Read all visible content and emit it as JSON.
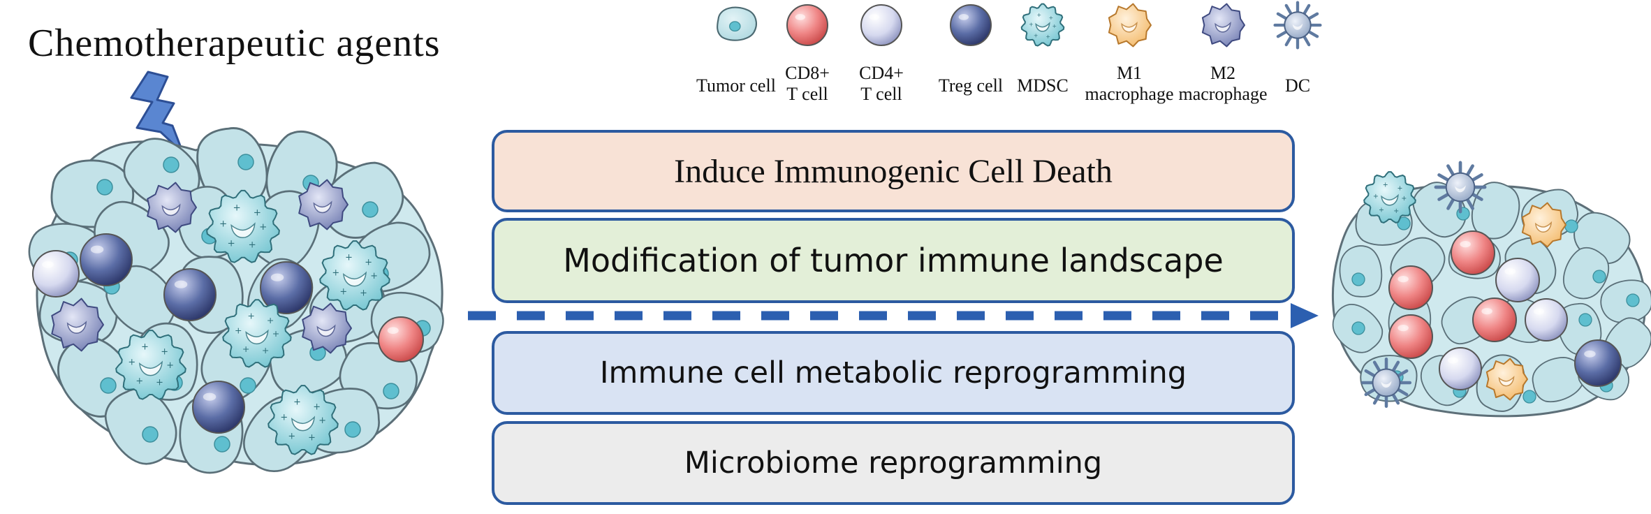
{
  "title": "Chemotherapeutic agents",
  "legend": [
    {
      "name": "Tumor cell",
      "icon": "tumor-cell-icon"
    },
    {
      "name": "CD8+\nT cell",
      "icon": "cd8-t-cell-icon"
    },
    {
      "name": "CD4+\nT cell",
      "icon": "cd4-t-cell-icon"
    },
    {
      "name": "Treg cell",
      "icon": "treg-cell-icon"
    },
    {
      "name": "MDSC",
      "icon": "mdsc-icon"
    },
    {
      "name": "M1\nmacrophage",
      "icon": "m1-macrophage-icon"
    },
    {
      "name": "M2\nmacrophage",
      "icon": "m2-macrophage-icon"
    },
    {
      "name": "DC",
      "icon": "dc-icon"
    }
  ],
  "mechanisms": [
    {
      "label": "Induce Immunogenic Cell Death",
      "fill": "#f8e2d6"
    },
    {
      "label": "Modification of tumor immune landscape",
      "fill": "#e3efd8"
    },
    {
      "label": "Immune cell metabolic reprogramming",
      "fill": "#d9e3f3"
    },
    {
      "label": "Microbiome reprogramming",
      "fill": "#ececec"
    }
  ],
  "colors": {
    "tumor": "#bfe0e6",
    "tumor_nucleus": "#5fbfcf",
    "cd8": "#ef8585",
    "cd4": "#d6d9ef",
    "treg": "#5b6da6",
    "mdsc": "#7fcbd6",
    "m1": "#f6c98a",
    "m2": "#8c95c6",
    "dc": "#9fb3cc",
    "arrow": "#2c5fb0",
    "box_border": "#2c5aa0"
  }
}
